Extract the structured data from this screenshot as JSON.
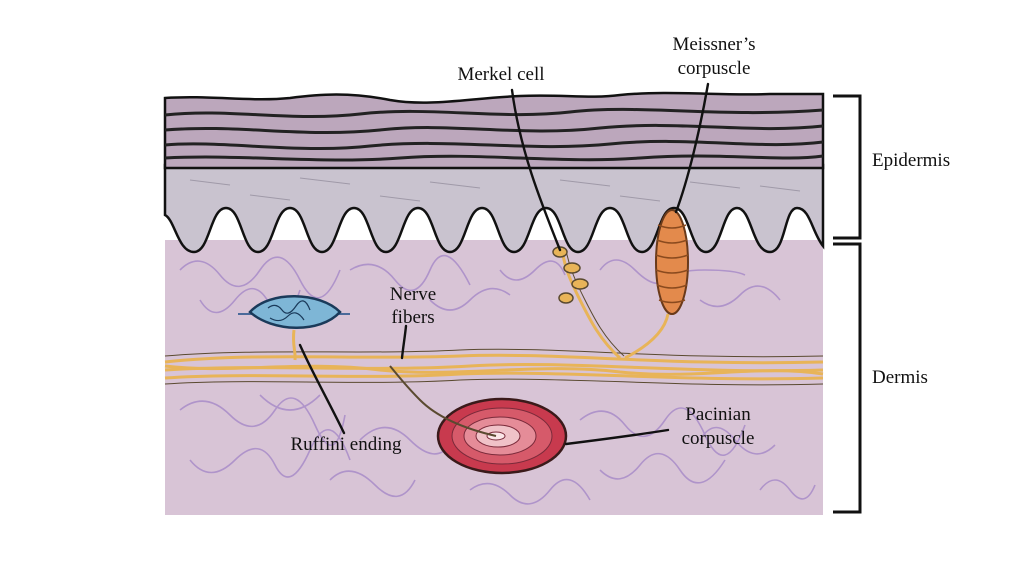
{
  "labels": {
    "merkel": "Merkel cell",
    "meissner_line1": "Meissner’s",
    "meissner_line2": "corpuscle",
    "nerve_line1": "Nerve",
    "nerve_line2": "fibers",
    "ruffini": "Ruffini ending",
    "pacinian_line1": "Pacinian",
    "pacinian_line2": "corpuscle"
  },
  "layers": {
    "epidermis": "Epidermis",
    "dermis": "Dermis"
  },
  "colors": {
    "dermis": "#d8c4d6",
    "epidermis_basal": "#c9c3cf",
    "stratum_corneum": "#bca7bc",
    "collagen": "#a98cc8",
    "nerve": "#e8b458",
    "ruffini": "#7eb6d6",
    "meissner": "#e38a4c",
    "pacinian": "#c83a4e"
  }
}
